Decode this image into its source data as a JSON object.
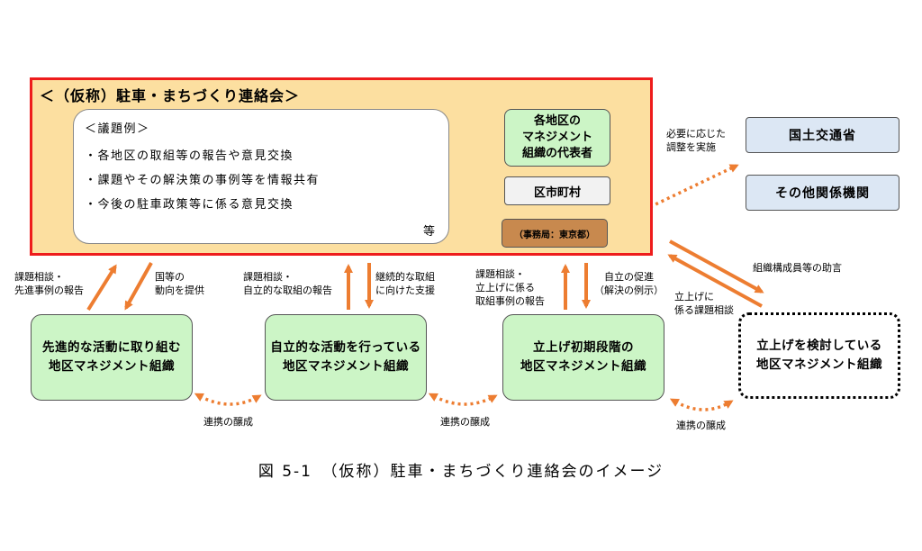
{
  "council": {
    "title": "＜（仮称）駐車・まちづくり連絡会＞",
    "agenda_heading": "＜議題例＞",
    "agenda_items": [
      "・各地区の取組等の報告や意見交換",
      "・課題やその解決策の事例等を情報共有",
      "・今後の駐車政策等に係る意見交換"
    ],
    "agenda_etc": "等",
    "reps_box": "各地区の\nマネジメント\n組織の代表者",
    "municipality_box": "区市町村",
    "secretariat_box": "（事務局：東京都）"
  },
  "external": {
    "mlit": "国土交通省",
    "other_agencies": "その他関係機関",
    "coordination_note": "必要に応じた\n調整を実施"
  },
  "organizations": {
    "advanced": "先進的な活動に取り組む\n地区マネジメント組織",
    "autonomous": "自立的な活動を行っている\n地区マネジメント組織",
    "startup": "立上げ初期段階の\n地区マネジメント組織",
    "considering": "立上げを検討している\n地区マネジメント組織"
  },
  "flows": {
    "advanced_up": "課題相談・\n先進事例の報告",
    "advanced_down": "国等の\n動向を提供",
    "autonomous_up": "課題相談・\n自立的な取組の報告",
    "autonomous_down": "継続的な取組\nに向けた支援",
    "startup_up": "課題相談・\n立上げに係る\n取組事例の報告",
    "startup_down": "自立の促進\n（解決の例示）",
    "considering_up": "立上げに\n係る課題相談",
    "considering_down": "組織構成員等の助言",
    "cooperation_1": "連携の醸成",
    "cooperation_2": "連携の醸成",
    "cooperation_3": "連携の醸成"
  },
  "colors": {
    "arrow": "#ed7d31",
    "council_border": "#ee1c1c",
    "council_fill": "#fcdfa0",
    "org_fill": "#ccf5c6"
  },
  "caption": "図 5-1　（仮称）駐車・まちづくり連絡会のイメージ"
}
